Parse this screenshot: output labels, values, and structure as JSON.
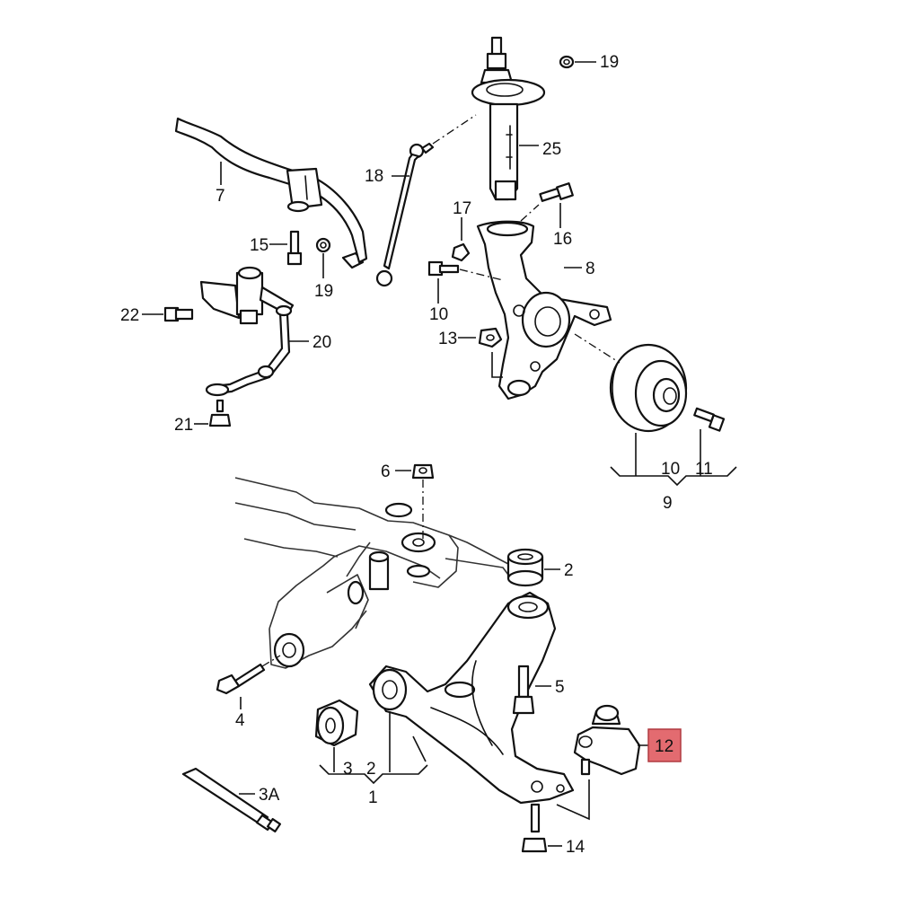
{
  "labels": {
    "l19a": "19",
    "l25": "25",
    "l18": "18",
    "l7": "7",
    "l17": "17",
    "l16": "16",
    "l15": "15",
    "l19b": "19",
    "l8": "8",
    "l22": "22",
    "l10a": "10",
    "l20": "20",
    "l13": "13",
    "l21": "21",
    "l10b": "10",
    "l11": "11",
    "l9": "9",
    "l6": "6",
    "l2a": "2",
    "l5": "5",
    "l4": "4",
    "l12": "12",
    "l3": "3",
    "l2b": "2",
    "l1": "1",
    "l3A": "3A",
    "l14": "14"
  },
  "highlight_color": "#e36b70"
}
